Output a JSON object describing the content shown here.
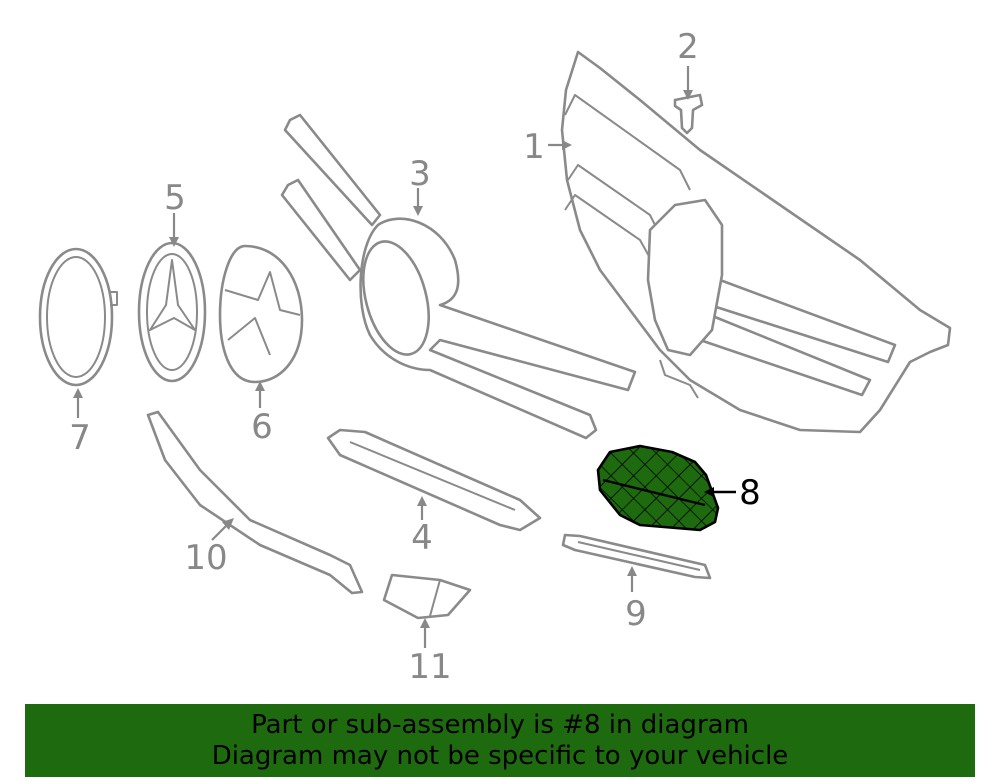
{
  "callouts": {
    "c1": "1",
    "c2": "2",
    "c3": "3",
    "c4": "4",
    "c5": "5",
    "c6": "6",
    "c7": "7",
    "c8": "8",
    "c9": "9",
    "c10": "10",
    "c11": "11"
  },
  "highlight": {
    "part_number": "8",
    "fill_color": "#1e6a0f"
  },
  "banner": {
    "line1": "Part or sub-assembly is #8 in diagram",
    "line2": "Diagram may not be specific to your vehicle",
    "background_color": "#1e6a0f"
  }
}
